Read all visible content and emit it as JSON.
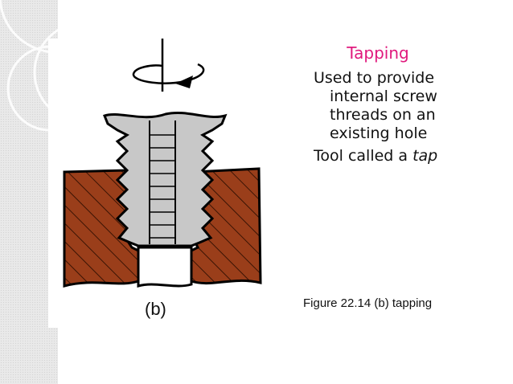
{
  "slide": {
    "title": "Tapping",
    "bullets": {
      "line1": "Used to provide",
      "line2": "internal screw",
      "line3": "threads on an",
      "line4": "existing hole",
      "line5_prefix": "Tool called a ",
      "line5_em": "tap"
    },
    "caption": "Figure 22.14 (b) tapping",
    "panel_label": "(b)"
  },
  "colors": {
    "title": "#e0197d",
    "workpiece": "#9a3e1a",
    "tap_body": "#c8c8c8",
    "left_strip": "#e8e8e8"
  }
}
